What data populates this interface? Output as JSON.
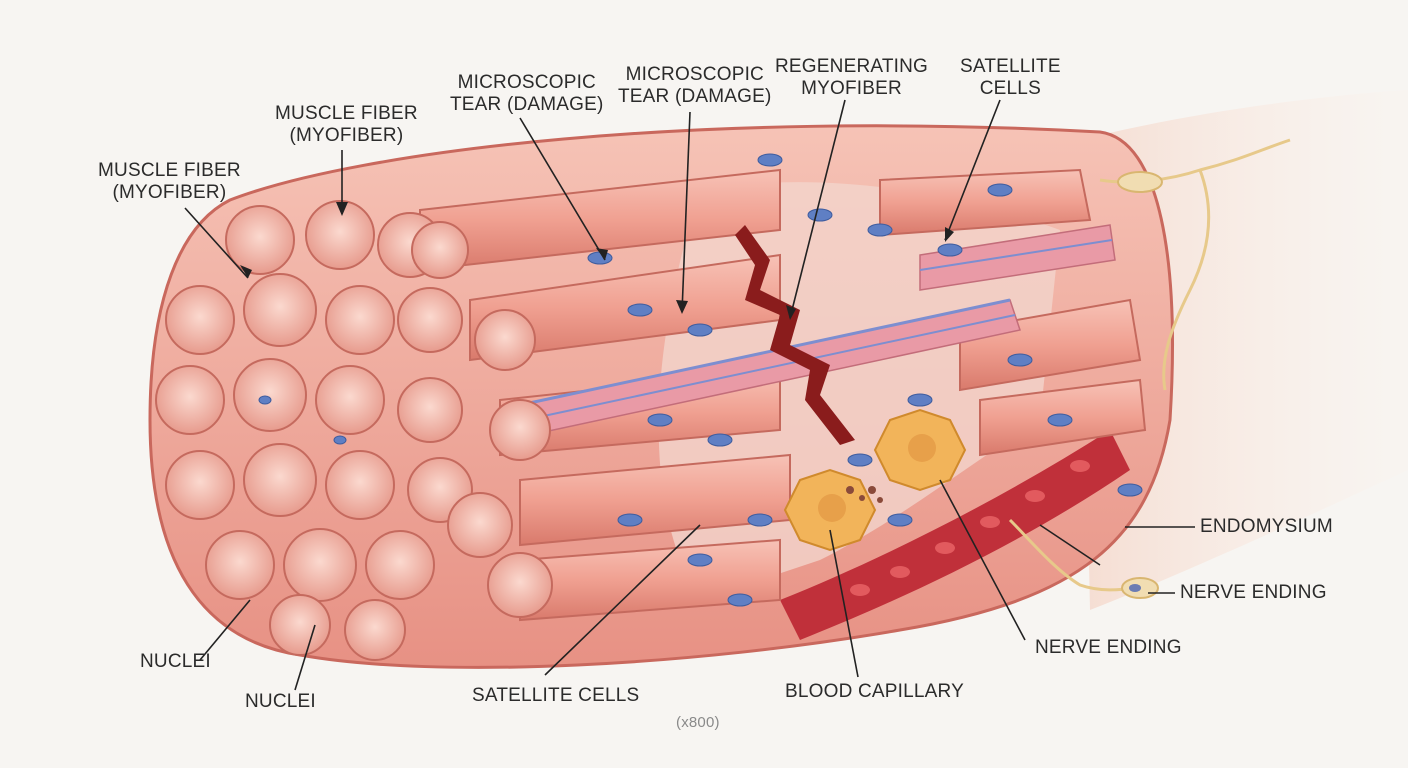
{
  "labels": {
    "muscle_fiber_left": [
      "MUSCLE FIBER",
      "(MYOFIBER)"
    ],
    "muscle_fiber_top": [
      "MUSCLE FIBER",
      "(MYOFIBER)"
    ],
    "micro_tear_1": [
      "MICROSCOPIC",
      "TEAR (DAMAGE)"
    ],
    "micro_tear_2": [
      "MICROSCOPIC",
      "TEAR (DAMAGE)"
    ],
    "regenerating": [
      "REGENERATING",
      "MYOFIBER"
    ],
    "satellite_top": [
      "SATELLITE",
      "CELLS"
    ],
    "endomysium": "ENDOMYSIUM",
    "nerve_ending_right": "NERVE ENDING",
    "nerve_ending_bottom": "NERVE ENDING",
    "blood_capillary": "BLOOD CAPILLARY",
    "satellite_bottom": "SATELLITE CELLS",
    "nuclei_left": "NUCLEI",
    "nuclei_bottom": "NUCLEI",
    "magnification": "(x800)"
  },
  "colors": {
    "fiber": "#f2a59a",
    "fiber_dark": "#d9786c",
    "fiber_light": "#f8c8bd",
    "nucleus": "#5f7fc4",
    "tear": "#8a1c1c",
    "immune_cell": "#f2b45a",
    "blood": "#b8202a",
    "nerve": "#efd6a0",
    "regen": "#6f86c9"
  }
}
